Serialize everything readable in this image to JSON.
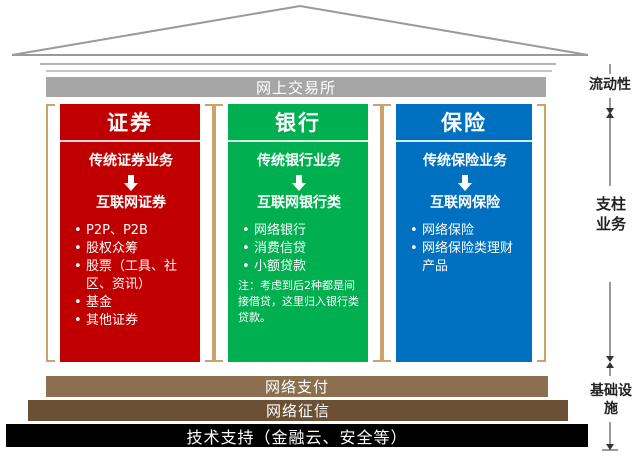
{
  "exchange_bar": "网上交易所",
  "pillars": [
    {
      "title": "证券",
      "traditional": "传统证券业务",
      "internet": "互联网证券",
      "items": [
        "P2P、P2B",
        "股权众筹",
        "股票（工具、社区、资讯）",
        "基金",
        "其他证券"
      ],
      "note": "",
      "color": "#c00000"
    },
    {
      "title": "银行",
      "traditional": "传统银行业务",
      "internet": "互联网银行类",
      "items": [
        "网络银行",
        "消费信贷",
        "小额贷款"
      ],
      "note": "注：考虑到后2种都是间接借贷，这里归入银行类贷款。",
      "color": "#00b050"
    },
    {
      "title": "保险",
      "traditional": "传统保险业务",
      "internet": "互联网保险",
      "items": [
        "网络保险",
        "网络保险类理财产品"
      ],
      "note": "",
      "color": "#0070c0"
    }
  ],
  "base_bars": {
    "payment": "网络支付",
    "credit": "网络征信",
    "tech": "技术支持（金融云、安全等）"
  },
  "side_labels": {
    "liquidity": "流动性",
    "pillar_business": "支柱业务",
    "infrastructure": "基础设施"
  },
  "colors": {
    "securities": "#c00000",
    "banking": "#00b050",
    "insurance": "#0070c0",
    "exchange": "#a6a6a6",
    "payment": "#8b6f4e",
    "credit": "#6b5036",
    "tech": "#000000",
    "bracket": "#c8a46a"
  }
}
